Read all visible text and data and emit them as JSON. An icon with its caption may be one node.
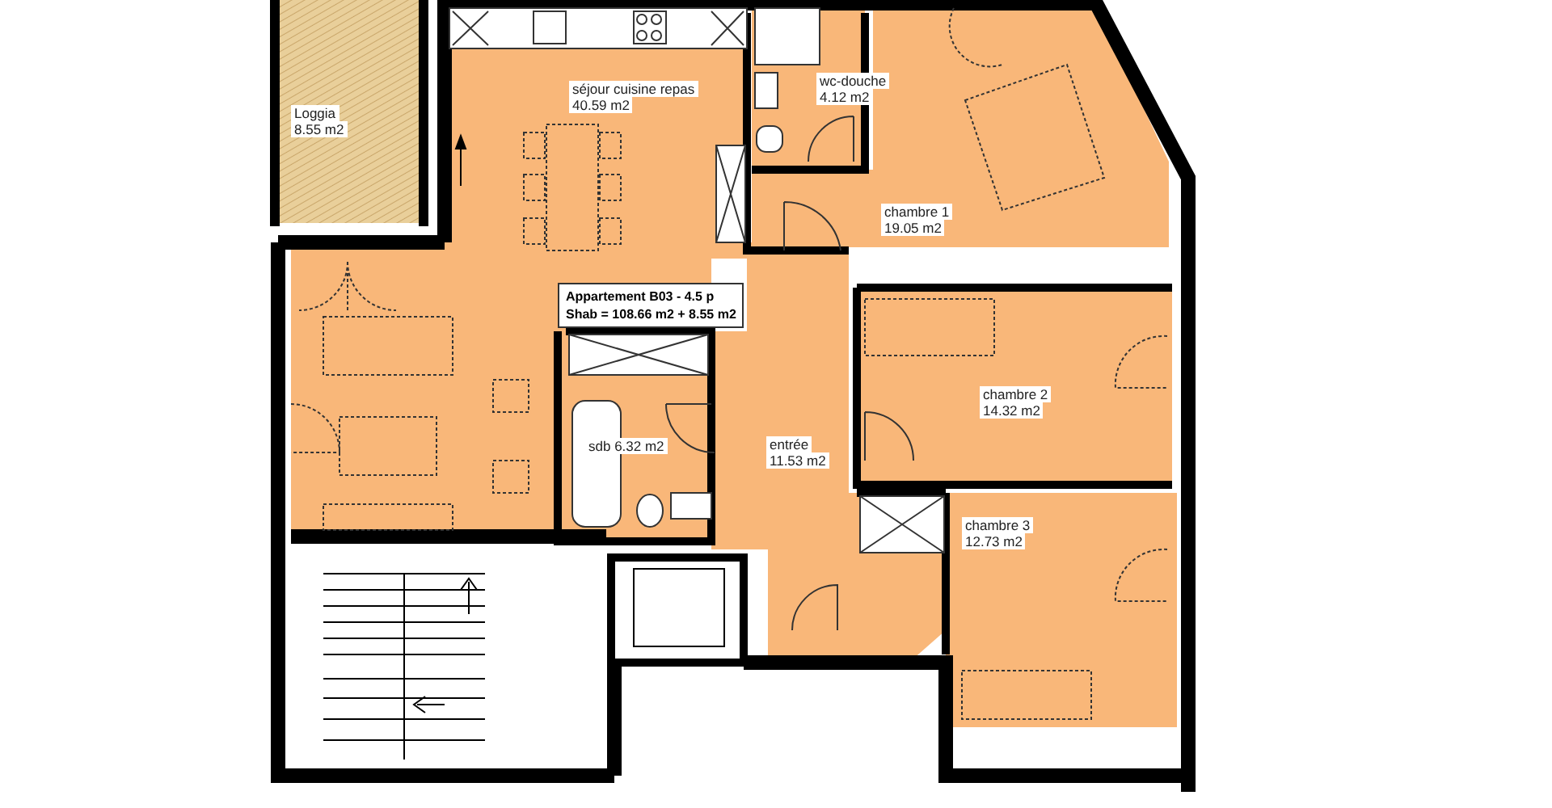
{
  "diagram": {
    "nodes": [
      {
        "text": [
          "Loggia",
          "8.55 m2"
        ]
      },
      {
        "text": [
          "séjour cuisine repas",
          "40.59 m2"
        ]
      },
      {
        "text": [
          "Appartement B03 - 4.5 p",
          "Shab = 108.66 m2 + 8.55 m2"
        ],
        "in": 1
      },
      {
        "text": [
          "wc-douche",
          "4.12 m2"
        ]
      },
      {
        "text": [
          "chambre 1",
          "19.05 m2"
        ]
      },
      {
        "text": [
          "chambre 2",
          "14.32 m2"
        ]
      },
      {
        "text": [
          "sdb 6.32 m2"
        ]
      },
      {
        "text": [
          "entrée",
          "11.53 m2"
        ]
      },
      {
        "text": [
          "chambre 3",
          "12.73 m2"
        ]
      }
    ]
  }
}
